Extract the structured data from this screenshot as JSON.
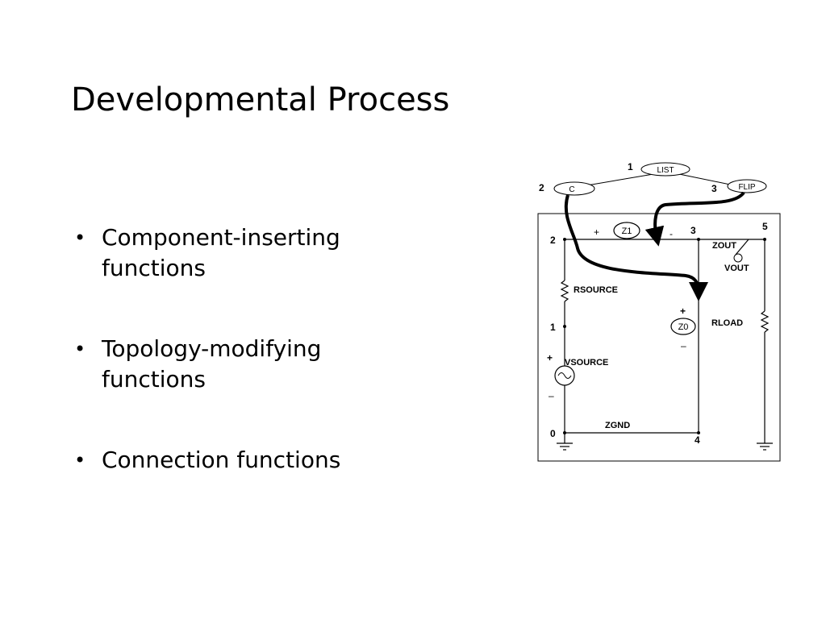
{
  "slide": {
    "title": "Developmental Process",
    "bullets": [
      {
        "marker": "•",
        "text": "Component-inserting functions"
      },
      {
        "marker": "•",
        "text": "Topology-modifying functions"
      },
      {
        "marker": "•",
        "text": "Connection functions"
      }
    ]
  },
  "figure": {
    "tree": {
      "root": {
        "number": "1",
        "label": "LIST"
      },
      "left": {
        "number": "2",
        "label": "C"
      },
      "right": {
        "number": "3",
        "label": "FLIP"
      }
    },
    "circuit": {
      "nodes": [
        "0",
        "1",
        "2",
        "3",
        "4",
        "5"
      ],
      "z1": {
        "label": "Z1",
        "plus": "+",
        "minus": "-"
      },
      "z0": {
        "label": "Z0",
        "plus": "+",
        "minus": "–"
      },
      "rsource": "RSOURCE",
      "vsource": {
        "label": "VSOURCE",
        "plus": "+",
        "minus": "–"
      },
      "zout": "ZOUT",
      "vout": "VOUT",
      "rload": "RLOAD",
      "zgnd": "ZGND"
    }
  }
}
